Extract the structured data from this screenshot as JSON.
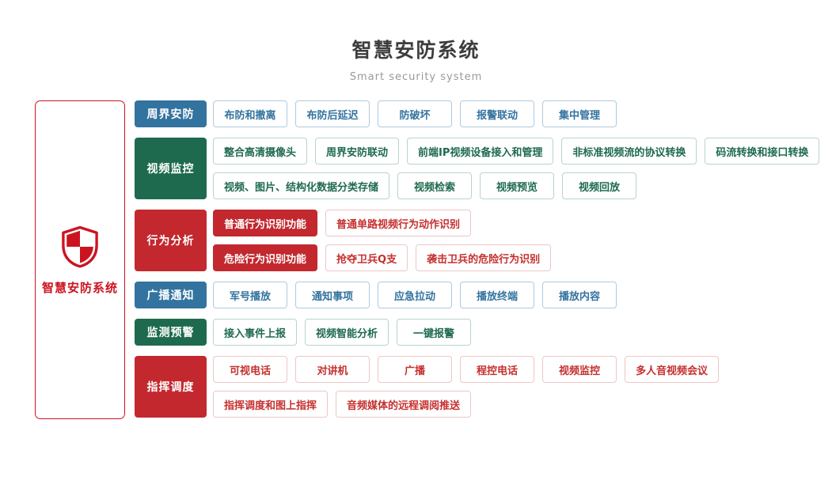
{
  "header": {
    "title": "智慧安防系统",
    "subtitle": "Smart security system"
  },
  "left_panel": {
    "label": "智慧安防系统",
    "icon": "shield-icon"
  },
  "palette": {
    "blue": "#33739F",
    "blue_border": "#AECADD",
    "green": "#1E6A4E",
    "green_border": "#B7D5C9",
    "red": "#C2282E",
    "red_text": "#C5302F",
    "red_border": "#EEC6C7",
    "brand_red": "#CC1420",
    "title_color": "#3D3D3D",
    "subtitle_color": "#999999"
  },
  "rows": [
    {
      "id": "perimeter-security",
      "category": "周界安防",
      "color": "blue",
      "lines": [
        [
          {
            "label": "布防和撤离"
          },
          {
            "label": "布防后延迟"
          },
          {
            "label": "防破坏"
          },
          {
            "label": "报警联动"
          },
          {
            "label": "集中管理"
          }
        ]
      ]
    },
    {
      "id": "video-surveillance",
      "category": "视频监控",
      "color": "green",
      "lines": [
        [
          {
            "label": "整合高清摄像头"
          },
          {
            "label": "周界安防联动"
          },
          {
            "label": "前端IP视频设备接入和管理"
          },
          {
            "label": "非标准视频流的协议转换"
          },
          {
            "label": "码流转换和接口转换"
          }
        ],
        [
          {
            "label": "视频、图片、结构化数据分类存储"
          },
          {
            "label": "视频检索"
          },
          {
            "label": "视频预览"
          },
          {
            "label": "视频回放"
          }
        ]
      ]
    },
    {
      "id": "behavior-analysis",
      "category": "行为分析",
      "color": "red",
      "lines": [
        [
          {
            "label": "普通行为识别功能",
            "filled": true
          },
          {
            "label": "普通单路视频行为动作识别"
          }
        ],
        [
          {
            "label": "危险行为识别功能",
            "filled": true
          },
          {
            "label": "抢夺卫兵Q支"
          },
          {
            "label": "袭击卫兵的危险行为识别"
          }
        ]
      ]
    },
    {
      "id": "broadcast-notification",
      "category": "广播通知",
      "color": "blue",
      "lines": [
        [
          {
            "label": "军号播放"
          },
          {
            "label": "通知事项"
          },
          {
            "label": "应急拉动"
          },
          {
            "label": "播放终端"
          },
          {
            "label": "播放内容"
          }
        ]
      ]
    },
    {
      "id": "monitoring-warning",
      "category": "监测预警",
      "color": "green",
      "lines": [
        [
          {
            "label": "接入事件上报"
          },
          {
            "label": "视频智能分析"
          },
          {
            "label": "一键报警"
          }
        ]
      ]
    },
    {
      "id": "command-dispatch",
      "category": "指挥调度",
      "color": "red",
      "lines": [
        [
          {
            "label": "可视电话"
          },
          {
            "label": "对讲机"
          },
          {
            "label": "广播"
          },
          {
            "label": "程控电话"
          },
          {
            "label": "视频监控"
          },
          {
            "label": "多人音视频会议"
          }
        ],
        [
          {
            "label": "指挥调度和图上指挥"
          },
          {
            "label": "音频媒体的远程调阅推送"
          }
        ]
      ]
    }
  ]
}
